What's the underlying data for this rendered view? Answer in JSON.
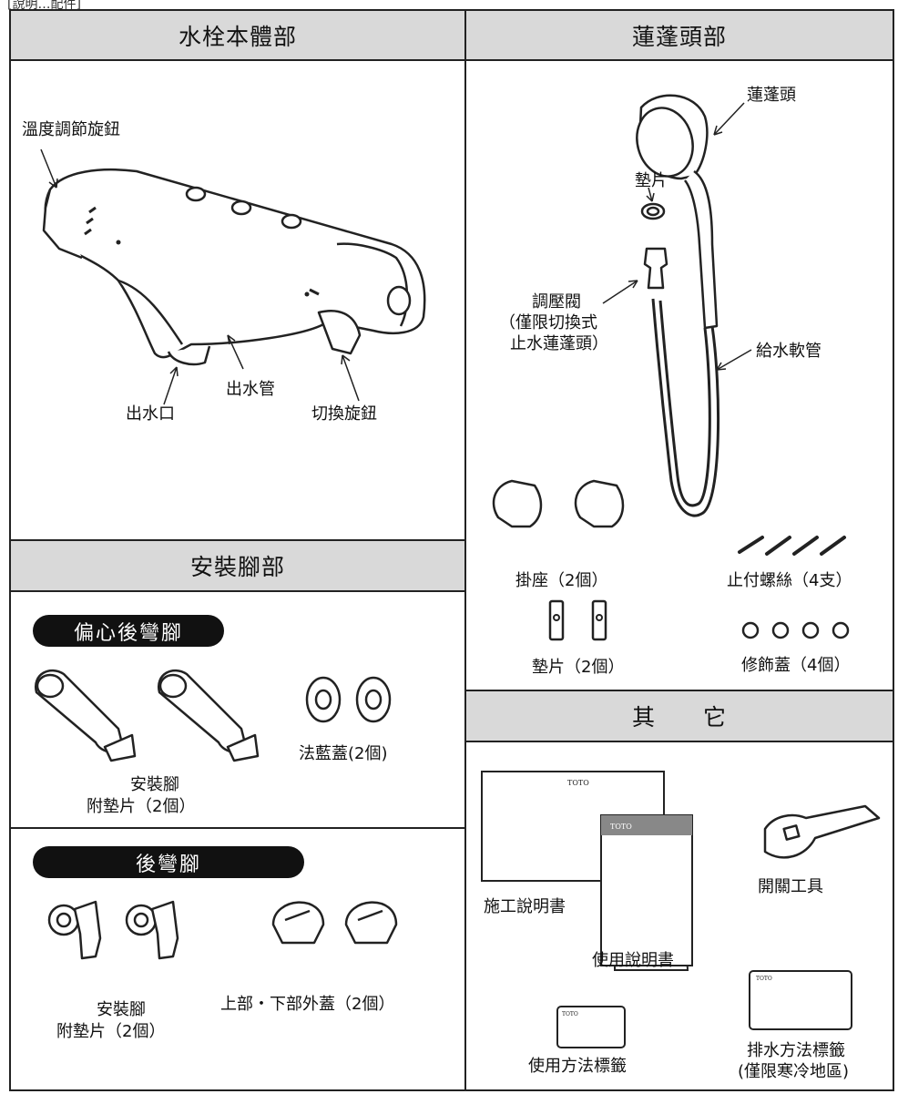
{
  "top_caption": "[說明…配件]",
  "headers": {
    "faucet_body": "水栓本體部",
    "shower": "蓮蓬頭部",
    "mount": "安裝腳部",
    "other": "其　　它"
  },
  "faucet": {
    "temp_knob": "溫度調節旋鈕",
    "outlet_pipe": "出水管",
    "outlet": "出水口",
    "switch_knob": "切換旋鈕"
  },
  "shower": {
    "head": "蓮蓬頭",
    "gasket": "墊片",
    "pressure_valve": "調壓閥",
    "valve_note_1": "（僅限切換式",
    "valve_note_2": "止水蓮蓬頭）",
    "hose": "給水軟管",
    "holder": "掛座（2個）",
    "screws": "止付螺絲（4支）",
    "holder_gasket": "墊片（2個）",
    "caps": "修飾蓋（4個）"
  },
  "mount": {
    "eccentric_pill": "偏心後彎腳",
    "leg1_line1": "安裝腳",
    "leg1_line2": "附墊片（2個）",
    "flange": "法藍蓋(2個)",
    "rear_pill": "後彎腳",
    "leg2_line1": "安裝腳",
    "leg2_line2": "附墊片（2個）",
    "covers": "上部・下部外蓋（2個）"
  },
  "other": {
    "install_manual": "施工說明書",
    "user_manual": "使用說明書",
    "brand": "TOTO",
    "tool": "開關工具",
    "usage_label": "使用方法標籤",
    "drain_label_1": "排水方法標籤",
    "drain_label_2": "(僅限寒冷地區)"
  }
}
